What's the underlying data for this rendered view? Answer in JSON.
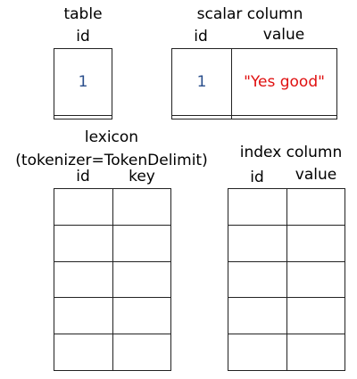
{
  "table": {
    "title": "table",
    "col_id": "id",
    "rows": [
      {
        "id": "1"
      },
      {
        "id": ""
      }
    ]
  },
  "scalar_column": {
    "title": "scalar column",
    "col_id": "id",
    "col_value": "value",
    "rows": [
      {
        "id": "1",
        "value": "\"Yes good\""
      },
      {
        "id": "",
        "value": ""
      }
    ]
  },
  "lexicon": {
    "title_line1": "lexicon",
    "title_line2": "(tokenizer=TokenDelimit)",
    "col_id": "id",
    "col_key": "key",
    "rows": [
      {
        "id": "",
        "key": ""
      },
      {
        "id": "",
        "key": ""
      },
      {
        "id": "",
        "key": ""
      },
      {
        "id": "",
        "key": ""
      },
      {
        "id": "",
        "key": ""
      }
    ]
  },
  "index_column": {
    "title": "index column",
    "col_id": "id",
    "col_value": "value",
    "rows": [
      {
        "id": "",
        "value": ""
      },
      {
        "id": "",
        "value": ""
      },
      {
        "id": "",
        "value": ""
      },
      {
        "id": "",
        "value": ""
      },
      {
        "id": "",
        "value": ""
      }
    ]
  }
}
